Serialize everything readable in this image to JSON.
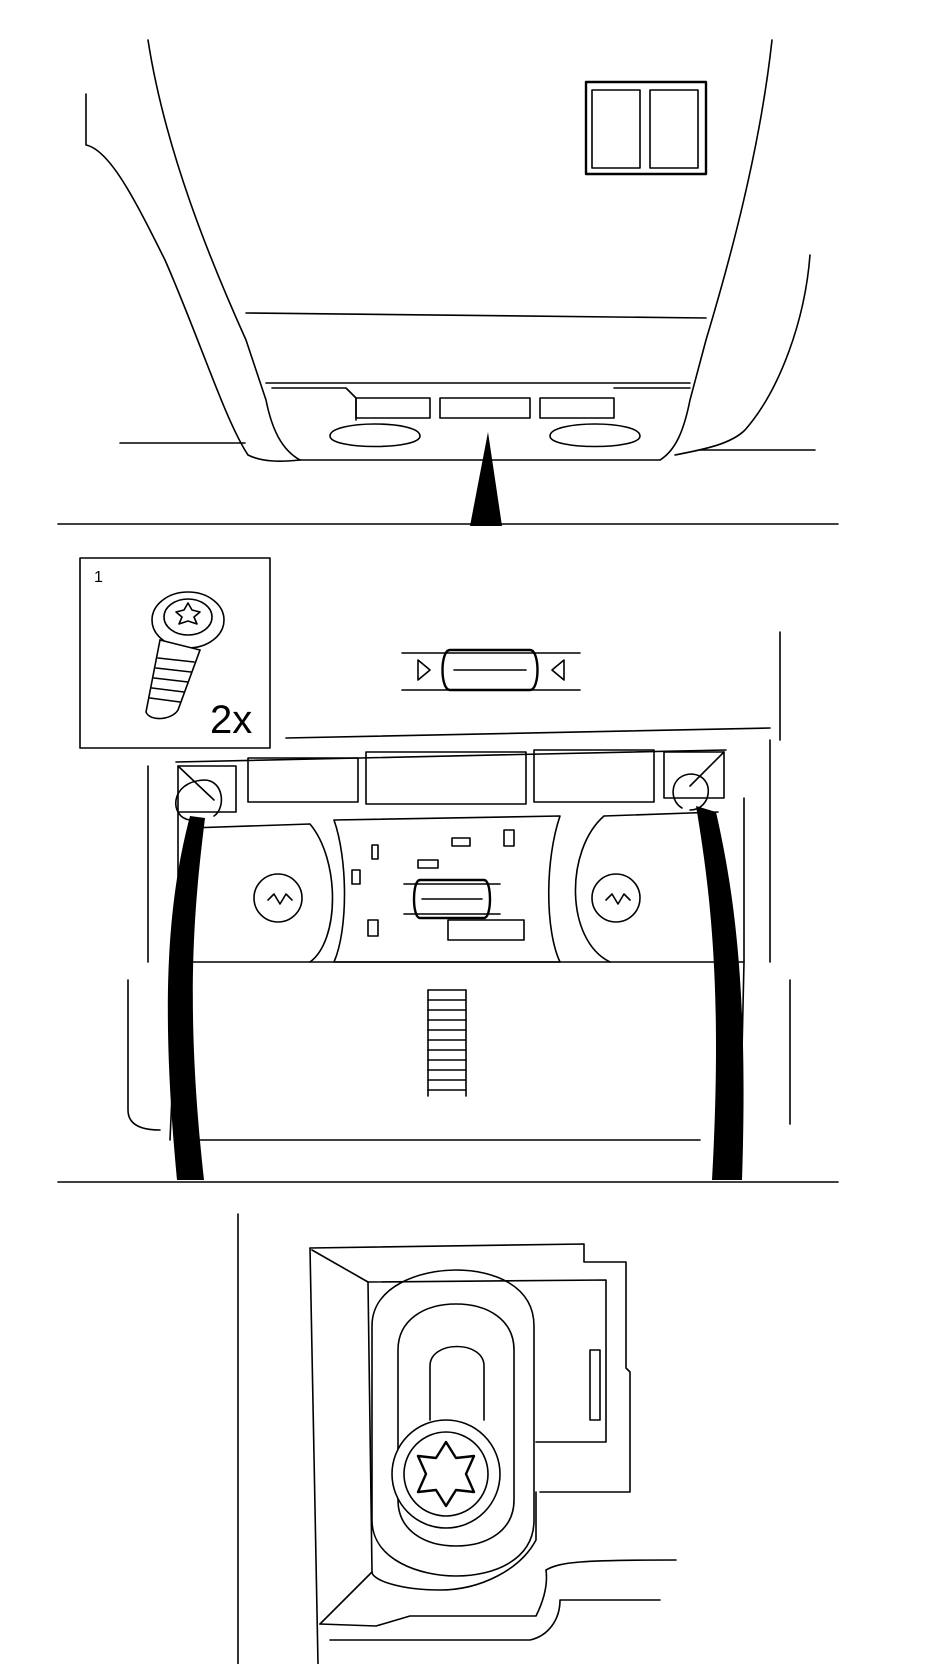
{
  "figure": {
    "panels": [
      "overview",
      "light-unit-removal",
      "screw-detail"
    ],
    "callout": {
      "number": "1",
      "quantity": "2x"
    },
    "icons": [
      "torx-screw-icon",
      "bulb-icon",
      "arrow-pointer-icon",
      "torx-head-icon"
    ]
  }
}
